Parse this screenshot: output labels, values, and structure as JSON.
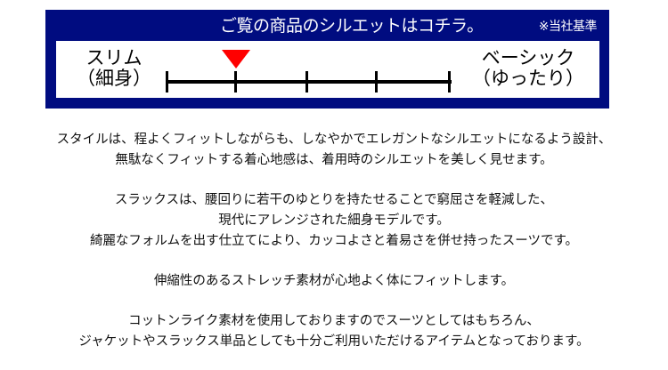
{
  "banner": {
    "title": "ご覧の商品のシルエットはコチラ。",
    "note": "※当社基準",
    "background_color": "#000c80",
    "text_color": "#ffffff"
  },
  "scale": {
    "left_label_line1": "スリム",
    "left_label_line2": "（細身）",
    "right_label_line1": "ベーシック",
    "right_label_line2": "（ゆったり）",
    "tick_count": 5,
    "ticks_percent": [
      0,
      24,
      49,
      73.5,
      100
    ],
    "marker_position_index": 1,
    "marker_color": "#ff0000",
    "marker_icon": "red-down-triangle"
  },
  "description": {
    "paragraphs": [
      {
        "lines": [
          "スタイルは、程よくフィットしながらも、しなやかでエレガントなシルエットになるよう設計、",
          "無駄なくフィットする着心地感は、着用時のシルエットを美しく見せます。"
        ]
      },
      {
        "lines": [
          "スラックスは、腰回りに若干のゆとりを持たせることで窮屈さを軽減した、",
          "現代にアレンジされた細身モデルです。",
          "綺麗なフォルムを出す仕立てにより、カッコよさと着易さを併せ持ったスーツです。"
        ]
      },
      {
        "lines": [
          "伸縮性のあるストレッチ素材が心地よく体にフィットします。"
        ]
      },
      {
        "lines": [
          "コットンライク素材を使用しておりますのでスーツとしてはもちろん、",
          "ジャケットやスラックス単品としても十分ご利用いただけるアイテムとなっております。"
        ]
      }
    ]
  }
}
